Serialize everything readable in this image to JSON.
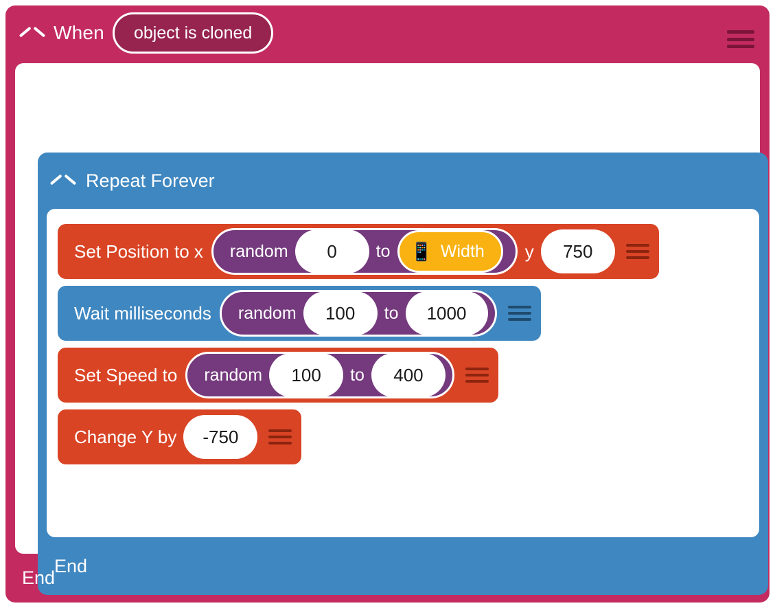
{
  "colors": {
    "event_pink": "#C32B60",
    "event_pill_dark": "#96244E",
    "loop_blue": "#3F87C0",
    "motion_orange": "#D94425",
    "operator_purple": "#743A7D",
    "sensing_amber": "#F9B211",
    "white": "#FFFFFF"
  },
  "event_block": {
    "collapse_icon": "chevron-up-icon",
    "keyword": "When",
    "trigger": "object is cloned",
    "menu_icon": "hamburger-menu-icon",
    "footer_label": "End"
  },
  "loop_block": {
    "collapse_icon": "chevron-up-icon",
    "title": "Repeat Forever",
    "menu_icon": "hamburger-menu-icon",
    "footer_label": "End"
  },
  "statements": [
    {
      "id": "set-position",
      "color": "orange",
      "label": "Set Position to x",
      "random": {
        "keyword": "random",
        "from": "0",
        "to_word": "to",
        "to_reporter": {
          "icon": "mobile-device-icon",
          "icon_glyph": "📱",
          "label": "Width"
        }
      },
      "y_label": "y",
      "y_value": "750",
      "menu_icon": "hamburger-menu-icon"
    },
    {
      "id": "wait-milliseconds",
      "color": "blue",
      "label": "Wait milliseconds",
      "random": {
        "keyword": "random",
        "from": "100",
        "to_word": "to",
        "to_value": "1000"
      },
      "menu_icon": "hamburger-menu-icon"
    },
    {
      "id": "set-speed",
      "color": "orange",
      "label": "Set Speed to",
      "random": {
        "keyword": "random",
        "from": "100",
        "to_word": "to",
        "to_value": "400"
      },
      "menu_icon": "hamburger-menu-icon"
    },
    {
      "id": "change-y",
      "color": "orange",
      "label": "Change Y by",
      "value": "-750",
      "menu_icon": "hamburger-menu-icon"
    }
  ]
}
